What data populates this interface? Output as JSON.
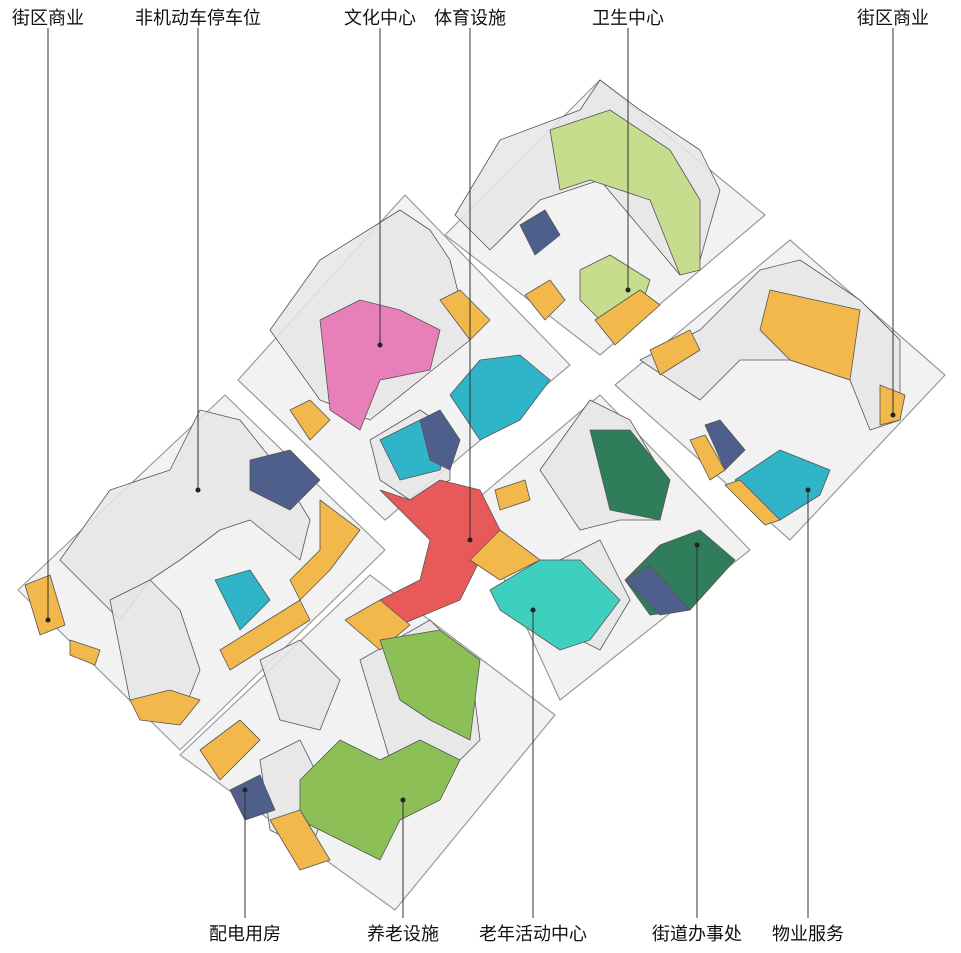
{
  "labels_top": [
    {
      "text": "街区商业",
      "color": "#f2b84b"
    },
    {
      "text": "非机动车停车位",
      "color": "#6b7aa6"
    },
    {
      "text": "文化中心",
      "color": "#e97fb8"
    },
    {
      "text": "体育设施",
      "color": "#e85a5a"
    },
    {
      "text": "卫生中心",
      "color": "#c6dd8e"
    },
    {
      "text": "街区商业",
      "color": "#f2b84b"
    }
  ],
  "labels_bottom": [
    {
      "text": "配电用房",
      "color": "#4e5f8c"
    },
    {
      "text": "养老设施",
      "color": "#8cbf55"
    },
    {
      "text": "老年活动中心",
      "color": "#3fcfbf"
    },
    {
      "text": "街道办事处",
      "color": "#2f7d5a"
    },
    {
      "text": "物业服务",
      "color": "#2fb4c8"
    }
  ],
  "colors": {
    "plate": "#f2f2f2",
    "plate_stroke": "#9a9a9a",
    "building": "#e6e6e6",
    "commercial": "#f2b84b",
    "culture": "#e97fb8",
    "sports": "#e85a5a",
    "health": "#c6dd8e",
    "elderly": "#8cbf55",
    "elderly_activity": "#3fcfbf",
    "office": "#2f7d5a",
    "property": "#2fb4c8",
    "power": "#4e5f8c"
  }
}
